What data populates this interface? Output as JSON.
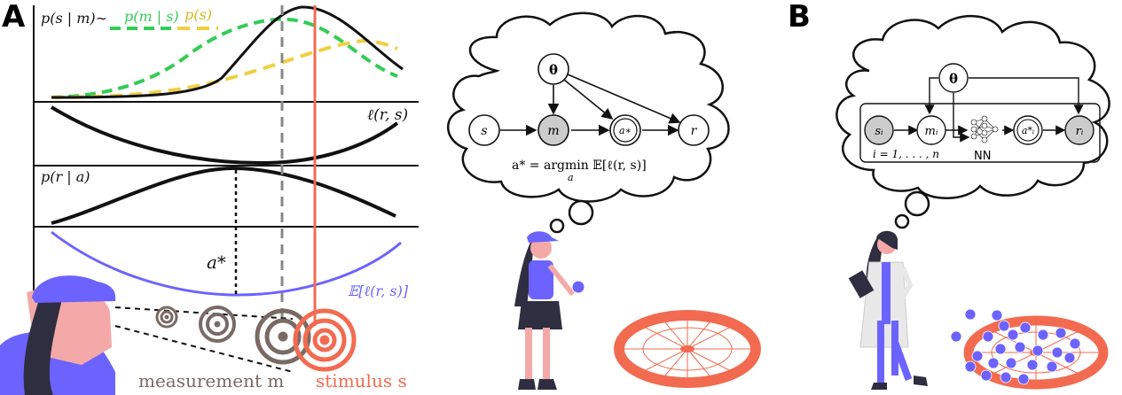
{
  "panel_a": {
    "letter": "A",
    "label_posterior_prefix": "p(s | m)∼",
    "label_likelihood": "p(m | s)",
    "label_prior": "p(s)",
    "label_loss": "ℓ(r, s)",
    "label_response": "p(r | a)",
    "label_expected_loss": "𝔼[ℓ(r, s)]",
    "label_action": "a*",
    "label_measurement": "measurement m",
    "label_stimulus": "stimulus s"
  },
  "bubble_a": {
    "node_theta": "θ",
    "node_s": "s",
    "node_m": "m",
    "node_a": "a∗",
    "node_r": "r",
    "equation_left": "a* = argmin 𝔼[ℓ(r, s)]",
    "equation_sub": "a"
  },
  "panel_b": {
    "letter": "B",
    "node_theta": "θ",
    "node_s": "sᵢ",
    "node_m": "mᵢ",
    "node_a": "a*ᵢ",
    "node_r": "rᵢ",
    "plate_label": "i = 1, . . . , n",
    "nn_label": "NN"
  },
  "colors": {
    "likelihood": "#33cc55",
    "prior": "#f0d040",
    "expected_loss": "#6c63ff",
    "stimulus": "#f26b50",
    "measurement": "#7a6a64",
    "figure_purple": "#6c63ff",
    "skin": "#f4a9a8",
    "dashed_gray": "#888888"
  }
}
